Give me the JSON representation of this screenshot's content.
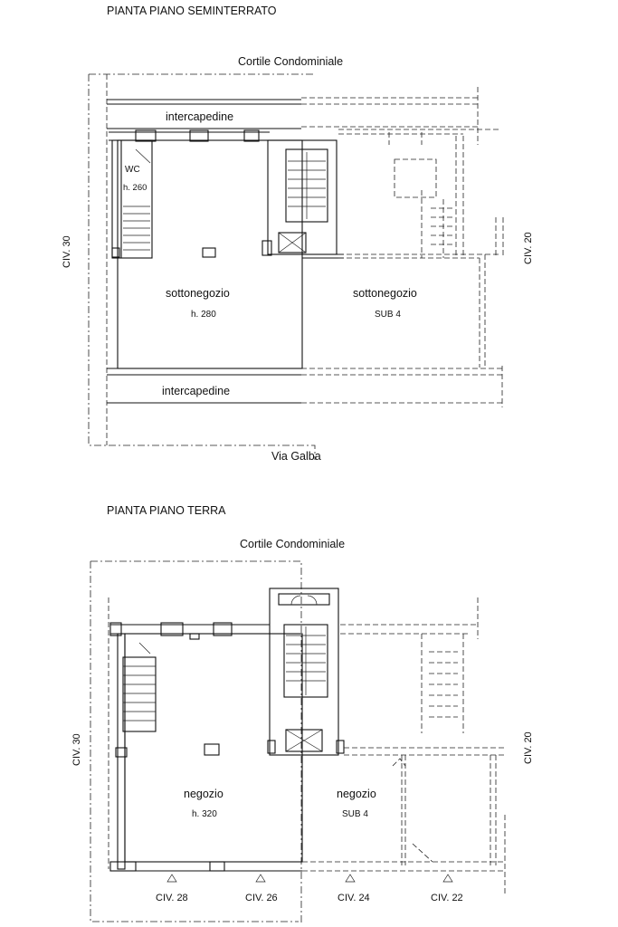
{
  "top_plan": {
    "title": "PIANTA PIANO SEMINTERRATO",
    "courtyard": "Cortile Condominiale",
    "intercapedine_top": "intercapedine",
    "intercapedine_bottom": "intercapedine",
    "wc": "WC",
    "wc_height": "h. 260",
    "room_left_name": "sottonegozio",
    "room_left_height": "h. 280",
    "room_right_name": "sottonegozio",
    "room_right_sub": "SUB 4",
    "civ_left": "CIV. 30",
    "civ_right": "CIV. 20",
    "street": "Via Galba"
  },
  "bottom_plan": {
    "title": "PIANTA PIANO TERRA",
    "courtyard": "Cortile Condominiale",
    "room_left_name": "negozio",
    "room_left_height": "h. 320",
    "room_right_name": "negozio",
    "room_right_sub": "SUB 4",
    "civ_left": "CIV. 30",
    "civ_right": "CIV. 20",
    "civ_bottom": [
      "CIV. 28",
      "CIV. 26",
      "CIV. 24",
      "CIV. 22"
    ]
  }
}
